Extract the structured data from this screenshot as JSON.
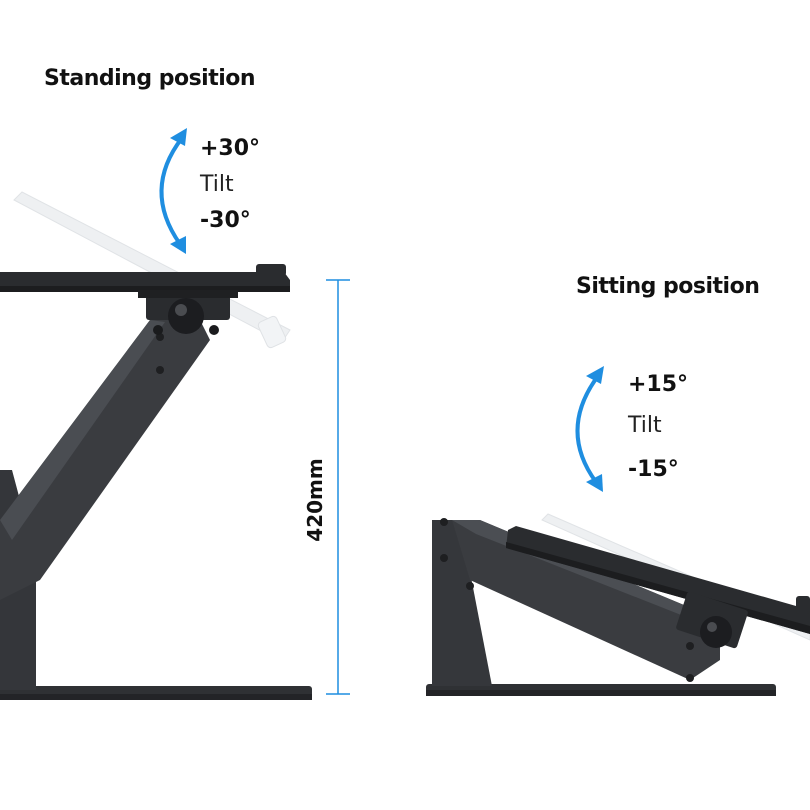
{
  "standing": {
    "heading": "Standing position",
    "tilt_up": "+30°",
    "tilt_label": "Tilt",
    "tilt_down": "-30°"
  },
  "sitting": {
    "heading": "Sitting position",
    "tilt_up": "+15°",
    "tilt_label": "Tilt",
    "tilt_down": "-15°"
  },
  "height_dimension": "420mm",
  "colors": {
    "arrow_blue": "#1f8ee0",
    "stand_dark": "#2b2d30",
    "stand_mid": "#3b3e42",
    "ghost": "#e9ecef"
  }
}
